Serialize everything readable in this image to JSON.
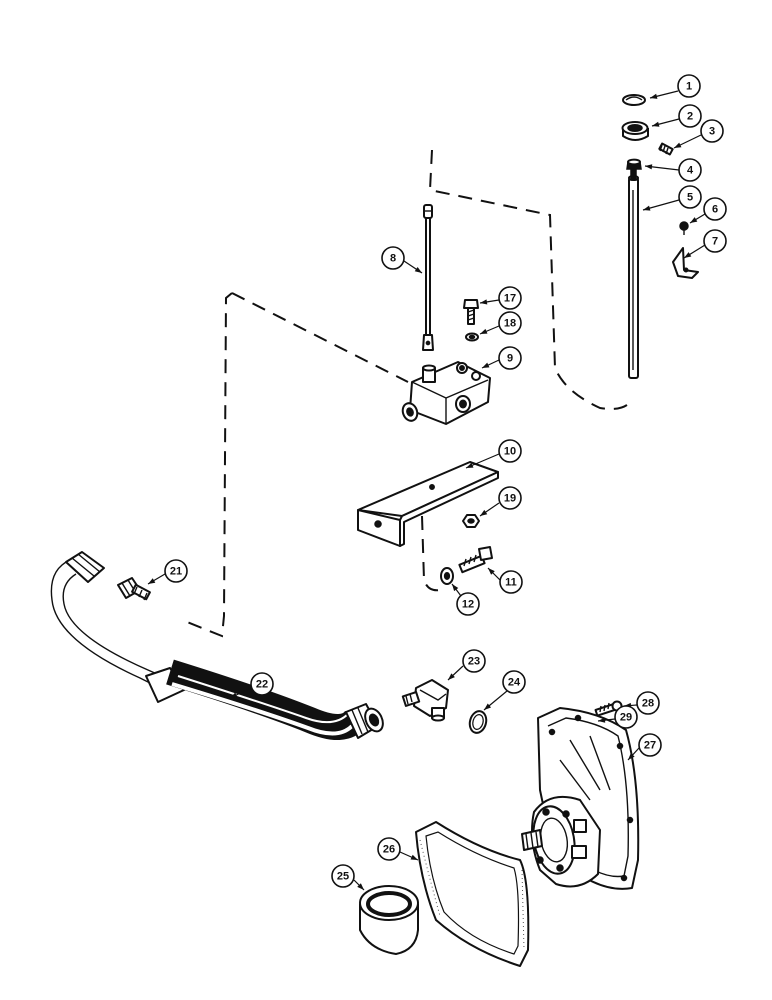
{
  "callouts": [
    {
      "id": "callout-1",
      "label": "1"
    },
    {
      "id": "callout-2",
      "label": "2"
    },
    {
      "id": "callout-3",
      "label": "3"
    },
    {
      "id": "callout-4",
      "label": "4"
    },
    {
      "id": "callout-5",
      "label": "5"
    },
    {
      "id": "callout-6",
      "label": "6"
    },
    {
      "id": "callout-7",
      "label": "7"
    },
    {
      "id": "callout-8",
      "label": "8"
    },
    {
      "id": "callout-9",
      "label": "9"
    },
    {
      "id": "callout-10",
      "label": "10"
    },
    {
      "id": "callout-11",
      "label": "11"
    },
    {
      "id": "callout-12",
      "label": "12"
    },
    {
      "id": "callout-17",
      "label": "17"
    },
    {
      "id": "callout-18",
      "label": "18"
    },
    {
      "id": "callout-19",
      "label": "19"
    },
    {
      "id": "callout-21",
      "label": "21"
    },
    {
      "id": "callout-22",
      "label": "22"
    },
    {
      "id": "callout-23",
      "label": "23"
    },
    {
      "id": "callout-24",
      "label": "24"
    },
    {
      "id": "callout-25",
      "label": "25"
    },
    {
      "id": "callout-26",
      "label": "26"
    },
    {
      "id": "callout-27",
      "label": "27"
    },
    {
      "id": "callout-28",
      "label": "28"
    },
    {
      "id": "callout-29",
      "label": "29"
    }
  ],
  "colors": {
    "ink": "#111111",
    "paper": "#ffffff"
  }
}
